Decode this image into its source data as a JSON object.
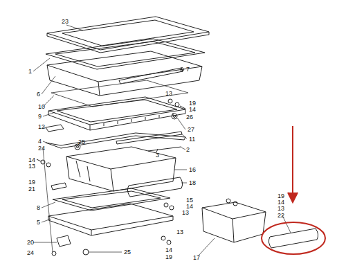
{
  "diagram": {
    "labels": [
      "23",
      "1",
      "7",
      "6",
      "10",
      "13",
      "19",
      "14",
      "9",
      "26",
      "12",
      "27",
      "11",
      "4",
      "25",
      "3",
      "2",
      "24",
      "14",
      "13",
      "16",
      "19",
      "21",
      "18",
      "8",
      "15",
      "14",
      "13",
      "19",
      "14",
      "13",
      "22",
      "5",
      "20",
      "24",
      "25",
      "13",
      "14",
      "19",
      "17"
    ]
  }
}
